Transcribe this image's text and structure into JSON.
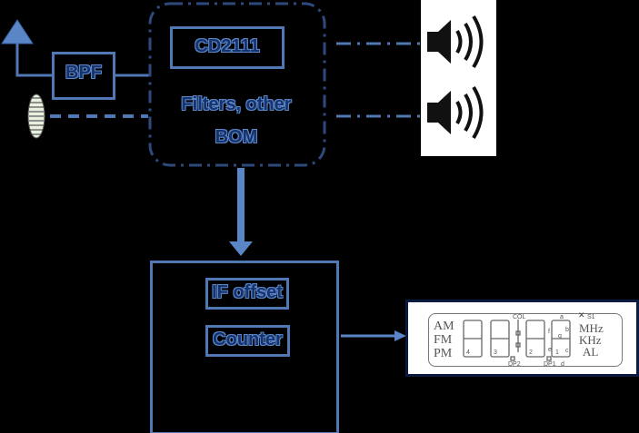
{
  "blocks": {
    "bpf": "BPF",
    "chip": "CD2111",
    "filters": "Filters, other BOM",
    "if_offset": "IF offset",
    "counter": "Counter"
  },
  "lcd": {
    "modes": [
      "AM",
      "FM",
      "PM"
    ],
    "units": [
      "MHz",
      "KHz",
      "AL"
    ],
    "labels": {
      "col": "COL",
      "dp2": "DP2",
      "dp1": "DP1",
      "s1": "S1",
      "digits": [
        "4",
        "3",
        "2",
        "1"
      ],
      "segs": [
        "a",
        "b",
        "c",
        "d",
        "e",
        "f",
        "g"
      ]
    }
  },
  "colors": {
    "line": "#5078b4",
    "text": "#17336e",
    "bg": "#000000"
  }
}
